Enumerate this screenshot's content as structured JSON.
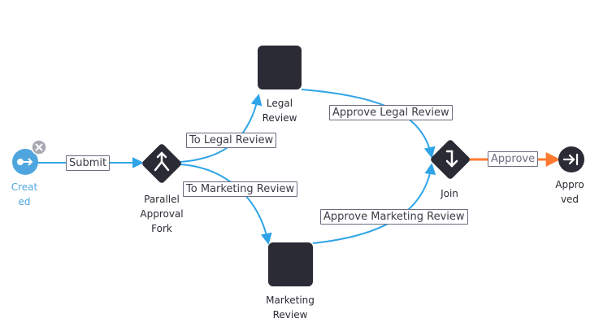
{
  "nodes": {
    "created": {
      "label": "Creat\ned",
      "icon": "key-arrow-icon"
    },
    "fork": {
      "label": "Parallel\nApproval\nFork",
      "icon": "fork-icon"
    },
    "legal": {
      "label": "Legal\nReview"
    },
    "marketing": {
      "label": "Marketing\nReview"
    },
    "join": {
      "label": "Join",
      "icon": "join-icon"
    },
    "approved": {
      "label": "Appro\nved",
      "icon": "end-arrow-icon"
    }
  },
  "edges": {
    "submit": "Submit",
    "to_legal": "To Legal Review",
    "to_marketing": "To Marketing Review",
    "approve_legal": "Approve Legal Review",
    "approve_marketing": "Approve Marketing Review",
    "approve": "Approve"
  },
  "colors": {
    "edge": "#2fa4e7",
    "active_edge": "#ff7a2f",
    "node": "#2b2b35",
    "start": "#4fa6df",
    "delete_badge": "#a8a8b3"
  }
}
